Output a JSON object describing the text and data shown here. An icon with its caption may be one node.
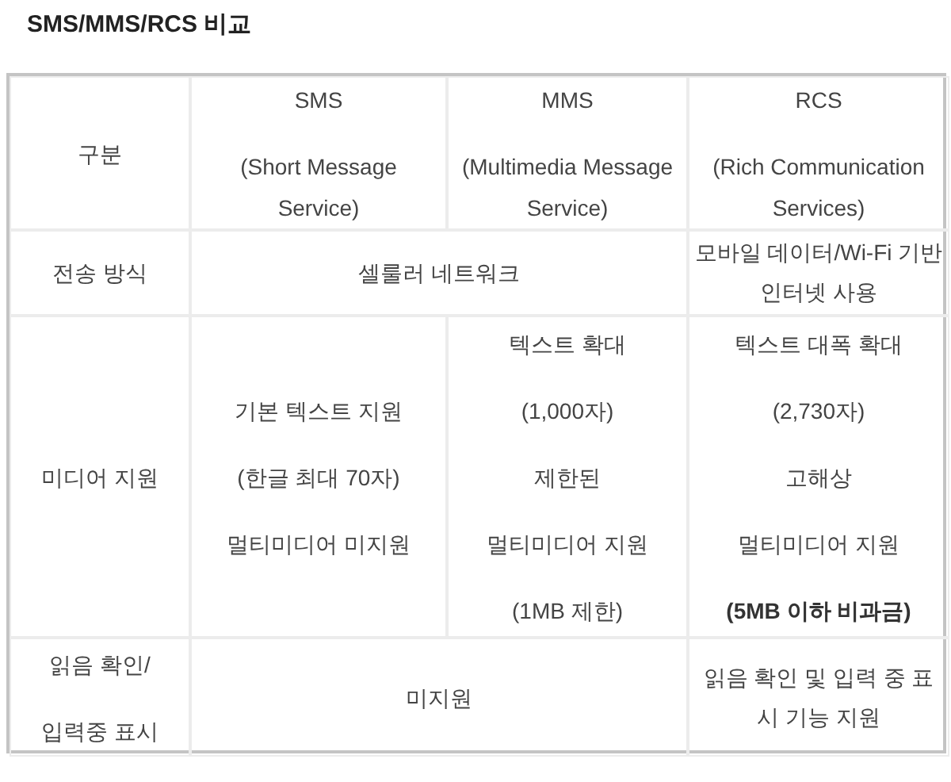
{
  "diagram": {
    "title": "SMS/MMS/RCS 비교",
    "labels": [
      "구분",
      "SMS",
      "(Short Message Service)",
      "MMS",
      "(Multimedia Message Service)",
      "RCS",
      "(Rich Communication Services)",
      "전송 방식",
      "셀룰러 네트워크",
      "모바일 데이터/Wi-Fi 기반 인터넷 사용",
      "미디어 지원",
      "기본 텍스트 지원",
      "(한글 최대 70자)",
      "멀티미디어 미지원",
      "텍스트 확대",
      "(1,000자)",
      "제한된",
      "멀티미디어 지원",
      "(1MB 제한)",
      "텍스트 대폭 확대",
      "(2,730자)",
      "고해상",
      "멀티미디어 지원",
      "(5MB 이하 비과금)",
      "읽음 확인/",
      "입력중 표시",
      "미지원",
      "읽음 확인 및 입력 중 표시 기능 지원"
    ]
  }
}
